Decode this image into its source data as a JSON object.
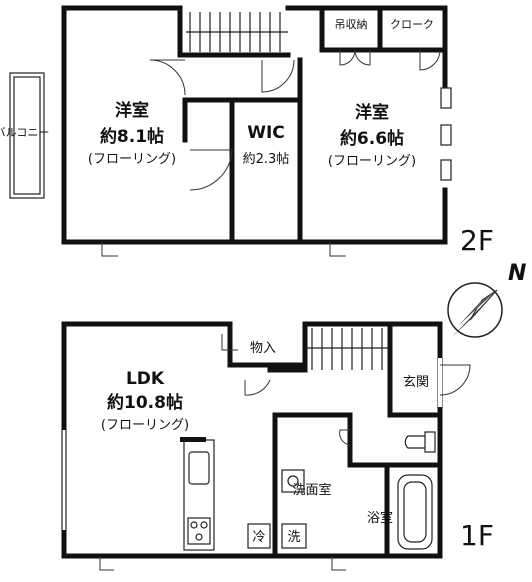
{
  "floor2": {
    "label": "2F",
    "balcony": "バルコニー",
    "hanging_storage": "吊収納",
    "closet": "クローク",
    "west_room": {
      "name": "洋室",
      "size": "約8.1帖",
      "floor": "(フローリング)"
    },
    "wic": {
      "name": "WIC",
      "size": "約2.3帖"
    },
    "east_room": {
      "name": "洋室",
      "size": "約6.6帖",
      "floor": "(フローリング)"
    }
  },
  "floor1": {
    "label": "1F",
    "ldk": {
      "name": "LDK",
      "size": "約10.8帖",
      "floor": "(フローリング)"
    },
    "storage": "物入",
    "entrance": "玄関",
    "washroom": "洗面室",
    "bathroom": "浴室",
    "fridge": "冷",
    "washer": "洗"
  },
  "compass": {
    "label": "N"
  }
}
